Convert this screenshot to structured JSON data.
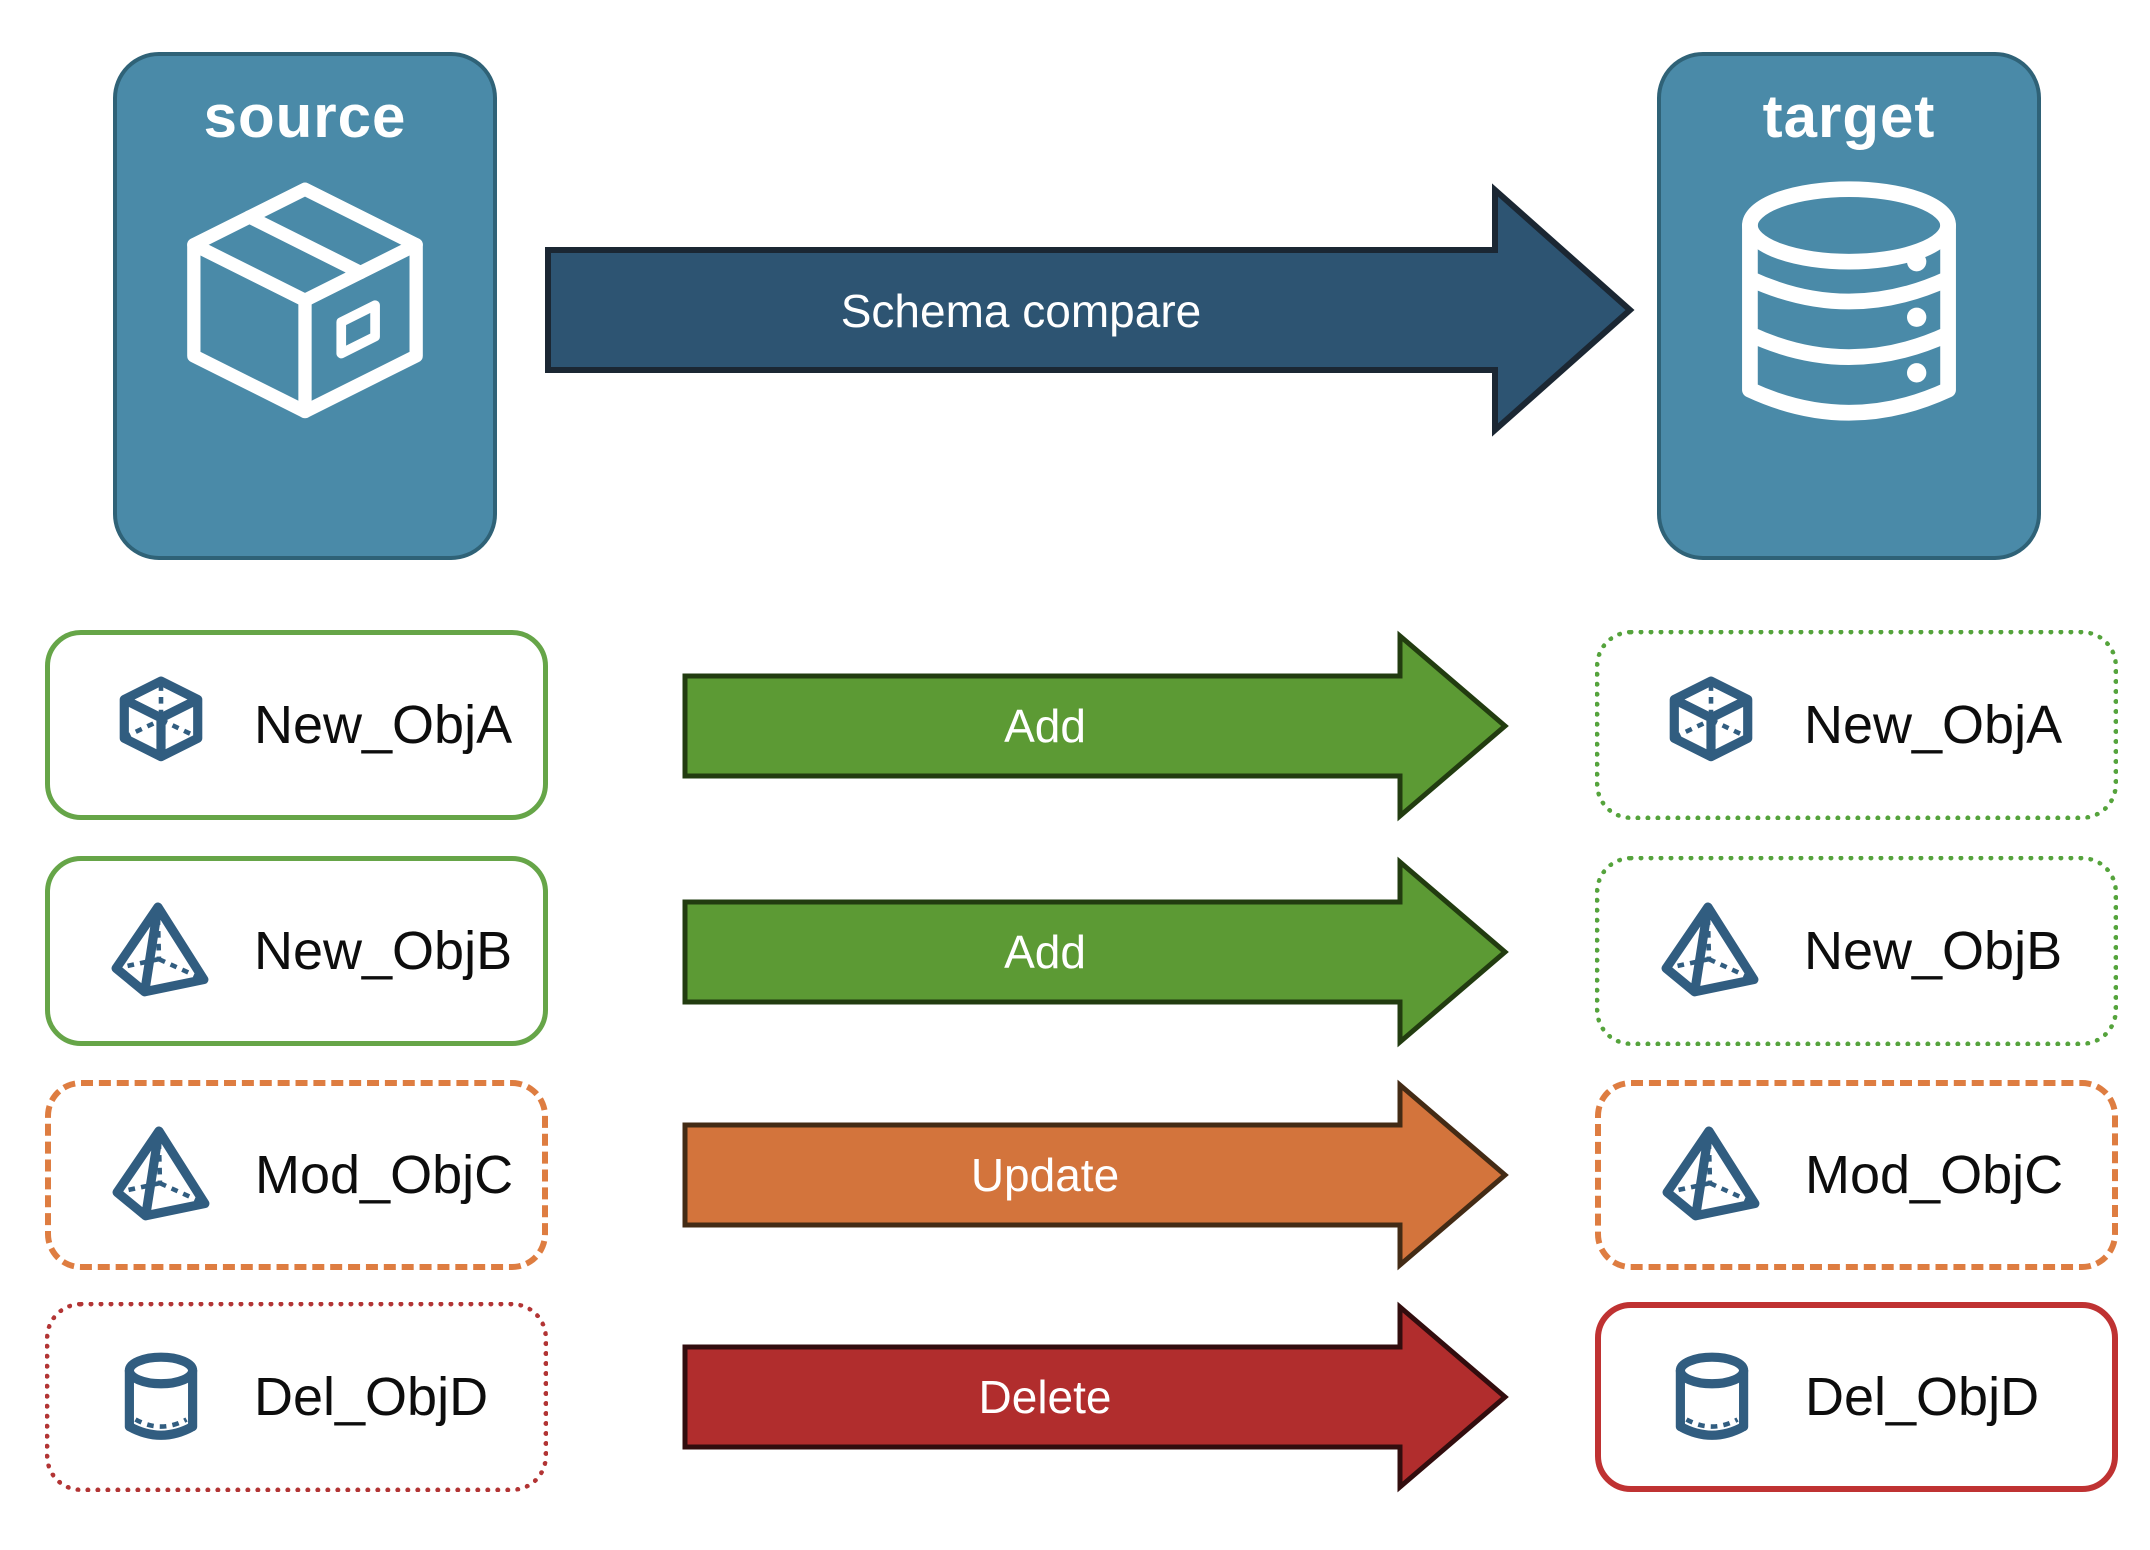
{
  "endpoints": {
    "source": {
      "label": "source",
      "icon": "package-box-icon",
      "fill": "#4a8aa8"
    },
    "target": {
      "label": "target",
      "icon": "database-icon",
      "fill": "#4a8aa8"
    }
  },
  "compare_arrow": {
    "label": "Schema compare",
    "fill": "#2d5472"
  },
  "status_colors": {
    "add_green": "#5c9a34",
    "update_orange": "#d3743c",
    "delete_red": "#b12d2d",
    "object_icon_blue": "#315d80",
    "endpoint_blue": "#4a8aa8"
  },
  "rows": [
    {
      "source_label": "New_ObjA",
      "target_label": "New_ObjA",
      "action_label": "Add",
      "icon": "cube-icon",
      "arrow_fill": "#5c9a34",
      "source_border": "solid-green",
      "target_border": "dotted-green"
    },
    {
      "source_label": "New_ObjB",
      "target_label": "New_ObjB",
      "action_label": "Add",
      "icon": "pyramid-icon",
      "arrow_fill": "#5c9a34",
      "source_border": "solid-green",
      "target_border": "dotted-green"
    },
    {
      "source_label": "Mod_ObjC",
      "target_label": "Mod_ObjC",
      "action_label": "Update",
      "icon": "pyramid-icon",
      "arrow_fill": "#d3743c",
      "source_border": "dashed-orange",
      "target_border": "dashed-orange"
    },
    {
      "source_label": "Del_ObjD",
      "target_label": "Del_ObjD",
      "action_label": "Delete",
      "icon": "cylinder-icon",
      "arrow_fill": "#b12d2d",
      "source_border": "dotted-red",
      "target_border": "solid-red"
    }
  ]
}
